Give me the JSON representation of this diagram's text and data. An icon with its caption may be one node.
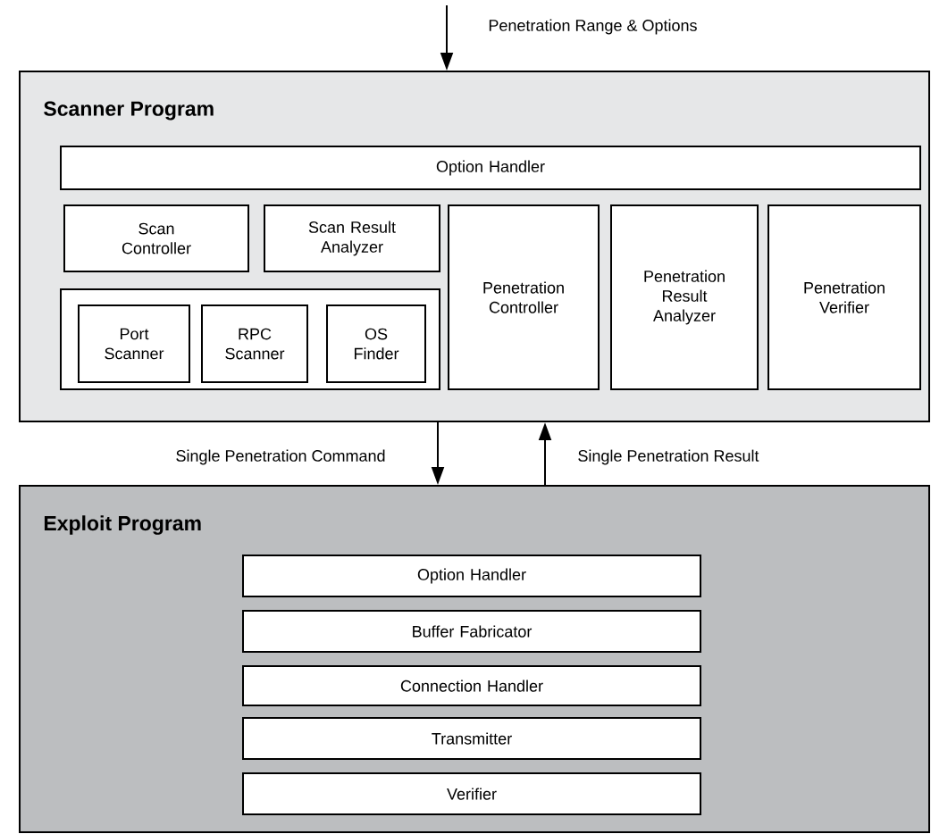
{
  "diagram": {
    "nodes": [
      {
        "text": [
          "Scanner Program"
        ]
      },
      {
        "text": [
          "Option Handler"
        ],
        "in": 0
      },
      {
        "text": [
          "Scan Controller"
        ],
        "in": 0
      },
      {
        "text": [
          "Scan Result Analyzer"
        ],
        "in": 0
      },
      {
        "text": [],
        "shape": "box",
        "in": 0
      },
      {
        "text": [
          "Port Scanner"
        ],
        "in": 4
      },
      {
        "text": [
          "RPC Scanner"
        ],
        "in": 4
      },
      {
        "text": [
          "OS Finder"
        ],
        "in": 4
      },
      {
        "text": [
          "Penetration Controller"
        ],
        "in": 0
      },
      {
        "text": [
          "Penetration Result Analyzer"
        ],
        "in": 0
      },
      {
        "text": [
          "Penetration Verifier"
        ],
        "in": 0
      },
      {
        "text": [
          "Exploit Program"
        ]
      },
      {
        "text": [
          "Option Handler"
        ],
        "in": 11
      },
      {
        "text": [
          "Buffer Fabricator"
        ],
        "in": 11
      },
      {
        "text": [
          "Connection Handler"
        ],
        "in": 11
      },
      {
        "text": [
          "Transmitter"
        ],
        "in": 11
      },
      {
        "text": [
          "Verifier"
        ],
        "in": 11
      }
    ],
    "edges": [
      {
        "from": null,
        "to": 0,
        "arrow": "to",
        "label": "Penetration Range & Options"
      },
      {
        "from": 0,
        "to": 11,
        "arrow": "to",
        "label": "Single Penetration Command"
      },
      {
        "from": 11,
        "to": 0,
        "arrow": "to",
        "label": "Single Penetration Result"
      }
    ]
  }
}
